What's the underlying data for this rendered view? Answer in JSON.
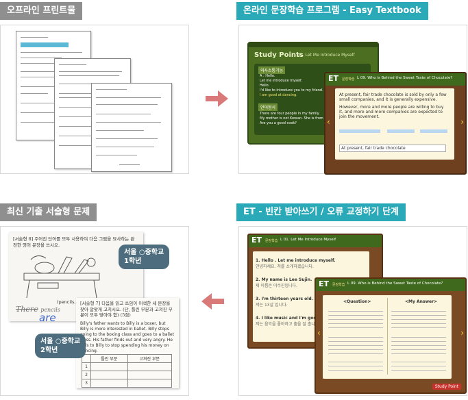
{
  "labels": {
    "offline": "오프라인 프린트물",
    "online": "온라인 문장학습 프로그램 - Easy Textbook",
    "exam": "최신 기출 서술형 문제",
    "et_step": "ET - 빈칸 받아쓰기 / 오류 교정하기 단계"
  },
  "study_points": {
    "title": "Study Points",
    "lesson": "L 01. Let Me Introduce Myself",
    "section1": "의사소통기능",
    "items1": [
      "A : Hello.",
      "Let me introduce myself.",
      "Hello.",
      "I'd like to introduce you to my friend.",
      "I am good at dancing."
    ],
    "section2": "언어형식",
    "items2": [
      "There are four people in my family.",
      "My mother is not Korean. She is from India.",
      "Are you a good cook?"
    ]
  },
  "et_card_top": {
    "logo": "ET",
    "sub": "문장학습",
    "lesson": "L 09. Who is Behind the Sweet Taste of Chocolate?",
    "para1": "At present, fair trade chocolate is sold by only a few small companies, and it is generally expensive.",
    "para2": "However, more and more people are willing to buy it, and more and more companies are expected to join the movement.",
    "answer": "At present, fair trade chocolate"
  },
  "et_card_bottom_left": {
    "logo": "ET",
    "sub": "문장학습",
    "lesson": "L 01. Let Me Introduce Myself",
    "rows": [
      {
        "n": "1.",
        "text": "Hello . Let me introduce myself.",
        "ko": "안녕하세요. 저를 소개하겠습니다."
      },
      {
        "n": "2.",
        "text": "My name is Lee Sujin.",
        "ko": "제 이름은 이수진입니다."
      },
      {
        "n": "3.",
        "text": "I'm thirteen years old.",
        "ko": "저는 13살 입니다."
      },
      {
        "n": "4.",
        "text": "I like music and I'm good at dancing.",
        "ko": "저는 음악을 좋아하고 춤을 잘 춥니다."
      }
    ]
  },
  "et_card_bottom_right": {
    "logo": "ET",
    "sub": "문장학습",
    "lesson": "L 09. Who is Behind the Sweet Taste of Chocolate?",
    "col1": "<Question>",
    "col2": "<My Answer>",
    "study_point": "Study Point"
  },
  "exam": {
    "bubble1_line1": "서울 ○중학교",
    "bubble1_line2": "1학년",
    "bubble2_line1": "서울 ○중학교",
    "bubble2_line2": "2학년",
    "q1": "[서술형 8] 주어진 단어를 모두 사용하여 다음 그림을 묘사하는 완전한 영어 문장을 쓰시오.",
    "caption": "(pencils, desk)",
    "handwrite_wrong": "There",
    "handwrite_fix": "are",
    "q2": "[서술형 7] 다음을 읽고 쓰임이 어색한 세 문장을 찾아 알맞게 고치시오. (단, 틀린 부분과 고쳐진 부분이 모두 맞아야 함) (5점)",
    "passage": "Billy's father wants to Billy is a boxer, but Billy is more interested in ballet. Billy stops going to the boxing class and goes to a ballet class. His father finds out and very angry. He tells to Billy to stop spending his money on dancing.",
    "table_header": [
      "틀린 부분",
      "고쳐진 부분"
    ],
    "table_rows": [
      "1",
      "2",
      "3"
    ]
  },
  "colors": {
    "gray_label": "#8f8f8f",
    "teal_label": "#2aa9b8",
    "arrow": "#d9797a"
  }
}
